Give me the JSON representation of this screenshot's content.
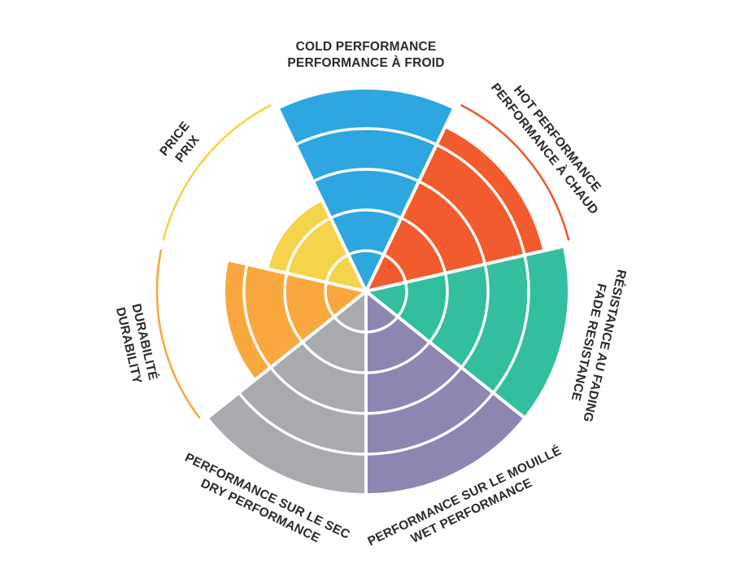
{
  "chart_data": {
    "type": "polar-sector-wheel",
    "title": "",
    "scale": {
      "max": 5,
      "rings": 5
    },
    "background": "#FFFFFF",
    "label_color": "#2B2A29",
    "legend_position": "none",
    "categories": [
      {
        "id": "cold-performance",
        "lines": [
          "COLD PERFORMANCE",
          "PERFORMANCE À FROID"
        ],
        "value": 5,
        "color": "#2EA6DF",
        "accent_arc": false,
        "label_rotation_deg": 0
      },
      {
        "id": "hot-performance",
        "lines": [
          "HOT PERFORMANCE",
          "PERFORMANCE À CHAUD"
        ],
        "value": 4.5,
        "color": "#F15B2D",
        "accent_arc": true,
        "label_rotation_deg": 51.4
      },
      {
        "id": "fade-resistance",
        "lines": [
          "RÉSISTANCE AU FADING",
          "FADE RESISTANCE"
        ],
        "value": 5,
        "color": "#34BEA0",
        "accent_arc": false,
        "label_rotation_deg": 102.9
      },
      {
        "id": "wet-performance",
        "lines": [
          "PERFORMANCE SUR LE MOUILLÉ",
          "WET PERFORMANCE"
        ],
        "value": 5,
        "color": "#8E85B2",
        "accent_arc": false,
        "label_rotation_deg": -25.7
      },
      {
        "id": "dry-performance",
        "lines": [
          "PERFORMANCE SUR LE SEC",
          "DRY PERFORMANCE"
        ],
        "value": 5,
        "color": "#A9AAAD",
        "accent_arc": false,
        "label_rotation_deg": 25.7
      },
      {
        "id": "durability",
        "lines": [
          "DURABILITÉ",
          "DURABILITY"
        ],
        "value": 3.5,
        "color": "#F9A83F",
        "accent_arc": true,
        "label_rotation_deg": 77.1
      },
      {
        "id": "price",
        "lines": [
          "PRICE",
          "PRIX"
        ],
        "value": 2.5,
        "color": "#F4D44A",
        "accent_arc": true,
        "label_rotation_deg": -51.4
      }
    ]
  }
}
